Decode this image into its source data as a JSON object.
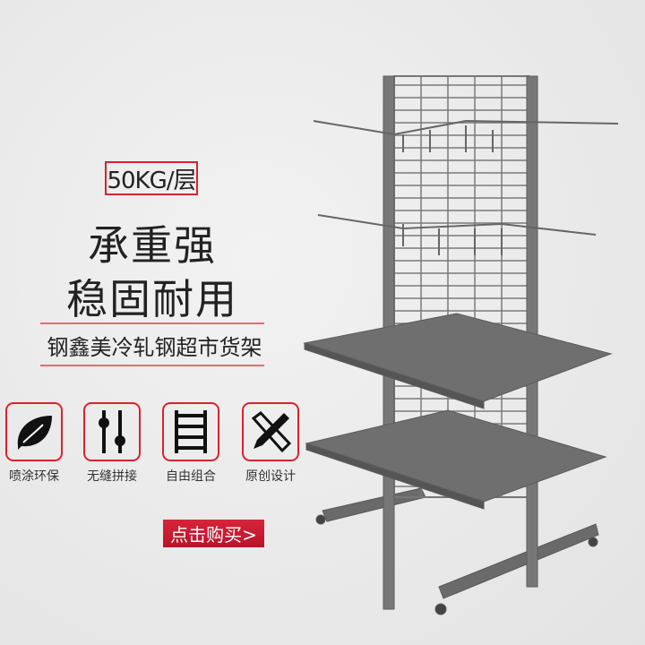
{
  "badge": "50KG/层",
  "headline": [
    "承重强",
    "稳固耐用"
  ],
  "subtitle": "钢鑫美冷轧钢超市货架",
  "features": [
    {
      "icon": "leaf-icon",
      "label": "喷涂环保"
    },
    {
      "icon": "sliders-icon",
      "label": "无缝拼接"
    },
    {
      "icon": "shelf-icon",
      "label": "自由组合"
    },
    {
      "icon": "pencil-ruler-icon",
      "label": "原创设计"
    }
  ],
  "buy_button": "点击购买>",
  "colors": {
    "accent": "#d9232e",
    "rack": "#6e6e6e"
  }
}
